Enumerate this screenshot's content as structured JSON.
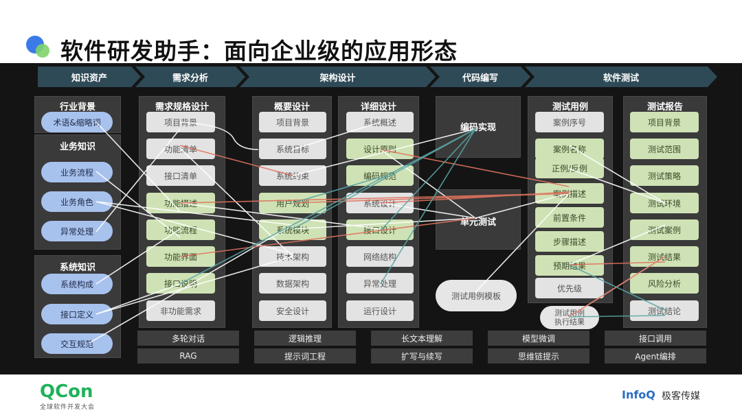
{
  "title": "软件研发助手：面向企业级的应用形态",
  "phases": [
    "知识资产",
    "需求分析",
    "架构设计",
    "代码编写",
    "软件测试"
  ],
  "knowledge": {
    "industry_header": "行业背景",
    "industry_items": [
      "术语&缩略词"
    ],
    "business_header": "业务知识",
    "business_items": [
      "业务流程",
      "业务角色",
      "异常处理"
    ],
    "system_header": "系统知识",
    "system_items": [
      "系统构成",
      "接口定义",
      "交互规范"
    ]
  },
  "requirements": {
    "header": "需求规格设计",
    "items": [
      "项目背景",
      "功能清单",
      "接口清单",
      "功能描述",
      "功能流程",
      "功能界面",
      "接口说明",
      "非功能需求"
    ]
  },
  "outline_design": {
    "header": "概要设计",
    "items": [
      "项目背景",
      "系统目标",
      "系统约束",
      "用户规划",
      "系统模块",
      "技术架构",
      "数据架构",
      "安全设计"
    ]
  },
  "detail_design": {
    "header": "详细设计",
    "items": [
      "系统概述",
      "设计原则",
      "编码规范",
      "系统设计",
      "接口设计",
      "网络结构",
      "异常处理",
      "运行设计"
    ]
  },
  "coding": {
    "items": [
      "编码实现",
      "单元测试"
    ],
    "template": "测试用例模板"
  },
  "test_cases": {
    "header": "测试用例",
    "items": [
      "案例序号",
      "案例名称",
      "正例/反例",
      "案例描述",
      "前置条件",
      "步骤描述",
      "预期结果",
      "优先级"
    ],
    "result_line1": "测试用例",
    "result_line2": "执行结果"
  },
  "test_report": {
    "header": "测试报告",
    "items": [
      "项目背景",
      "测试范围",
      "测试策略",
      "测试环境",
      "测试案例",
      "测试结果",
      "风险分析",
      "测试结论"
    ]
  },
  "skills_row1": [
    "多轮对话",
    "逻辑推理",
    "长文本理解",
    "模型微调",
    "接口调用"
  ],
  "skills_row2": [
    "RAG",
    "提示词工程",
    "扩写与续写",
    "思维链提示",
    "Agent编排"
  ],
  "footer": {
    "qcon": "QCon",
    "qcon_sub": "全球软件开发大会",
    "infoq": "InfoQ",
    "geek": "极客传媒"
  },
  "colors": {
    "pill": "#a8c2ee",
    "green_box": "#cfe2b5",
    "white_box": "#e3e3e3",
    "link_white": "#ffffff",
    "link_red": "#e0735e",
    "link_teal": "#5aa5a5",
    "chevron": "#2f4a57"
  }
}
